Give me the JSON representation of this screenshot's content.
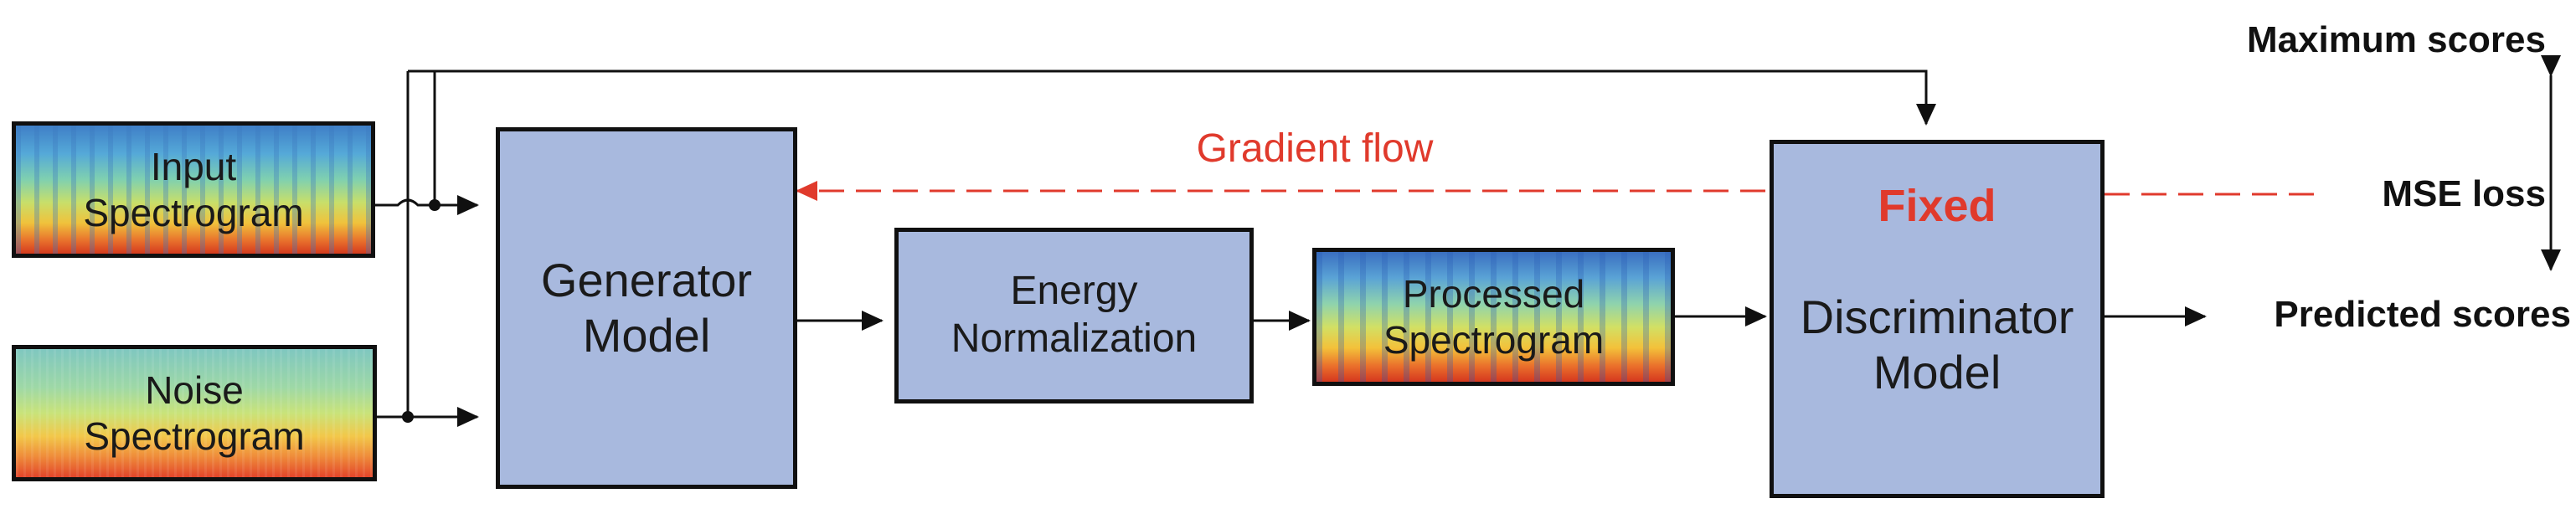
{
  "input_spectrogram": {
    "line1": "Input",
    "line2": "Spectrogram"
  },
  "noise_spectrogram": {
    "line1": "Noise",
    "line2": "Spectrogram"
  },
  "generator": {
    "line1": "Generator",
    "line2": "Model"
  },
  "energy_norm": {
    "line1": "Energy",
    "line2": "Normalization"
  },
  "processed_spectrogram": {
    "line1": "Processed",
    "line2": "Spectrogram"
  },
  "discriminator": {
    "fixed": "Fixed",
    "line1": "Discriminator",
    "line2": "Model"
  },
  "gradient_flow": "Gradient flow",
  "maximum_scores": "Maximum scores",
  "mse_loss": "MSE loss",
  "predicted_scores": "Predicted scores",
  "colors": {
    "box_fill": "#a8b9de",
    "accent_red": "#e03a2c",
    "stroke": "#101010"
  }
}
